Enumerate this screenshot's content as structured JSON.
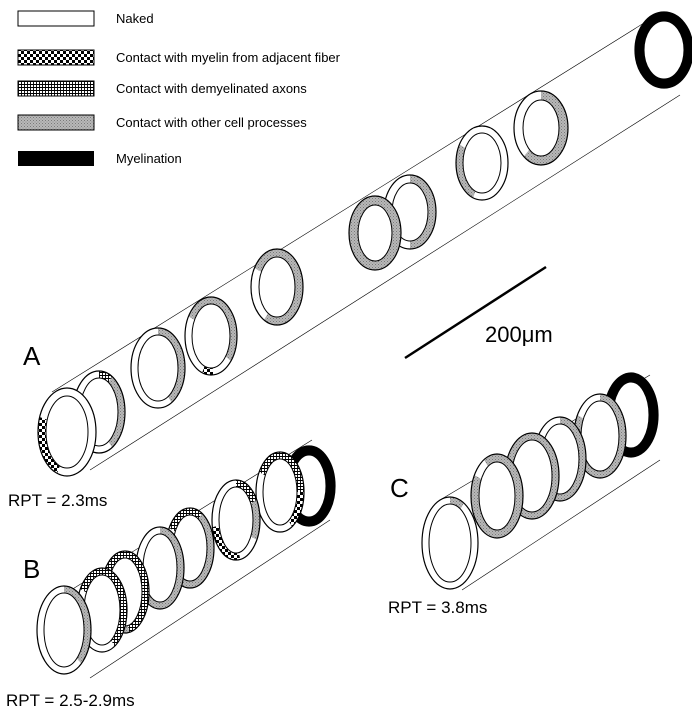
{
  "legend": {
    "items": [
      {
        "key": "naked",
        "label": "Naked"
      },
      {
        "key": "myelin_adjacent",
        "label": "Contact with myelin from adjacent fiber"
      },
      {
        "key": "demyelinated",
        "label": "Contact with demyelinated axons"
      },
      {
        "key": "other",
        "label": "Contact with other cell processes"
      },
      {
        "key": "myelination",
        "label": "Myelination"
      }
    ]
  },
  "scale_bar": {
    "label": "200μm"
  },
  "panels": {
    "A": {
      "letter": "A",
      "rpt": "RPT = 2.3ms"
    },
    "B": {
      "letter": "B",
      "rpt": "RPT = 2.5-2.9ms"
    },
    "C": {
      "letter": "C",
      "rpt": "RPT = 3.8ms"
    }
  },
  "colors": {
    "ink": "#000000",
    "paper": "#ffffff",
    "stipple": "#b8b8b8"
  }
}
